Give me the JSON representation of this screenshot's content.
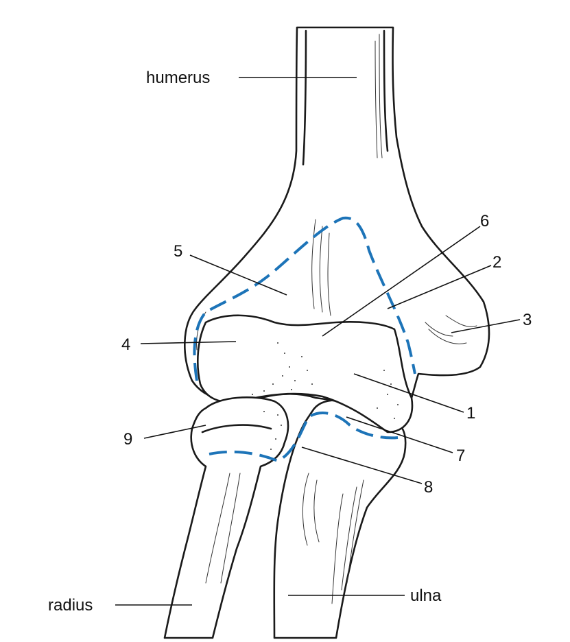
{
  "labels": {
    "humerus": "humerus",
    "radius": "radius",
    "ulna": "ulna",
    "n1": "1",
    "n2": "2",
    "n3": "3",
    "n4": "4",
    "n5": "5",
    "n6": "6",
    "n7": "7",
    "n8": "8",
    "n9": "9"
  },
  "colors": {
    "capsule_line": "#1d74b8",
    "ink": "#111111"
  }
}
